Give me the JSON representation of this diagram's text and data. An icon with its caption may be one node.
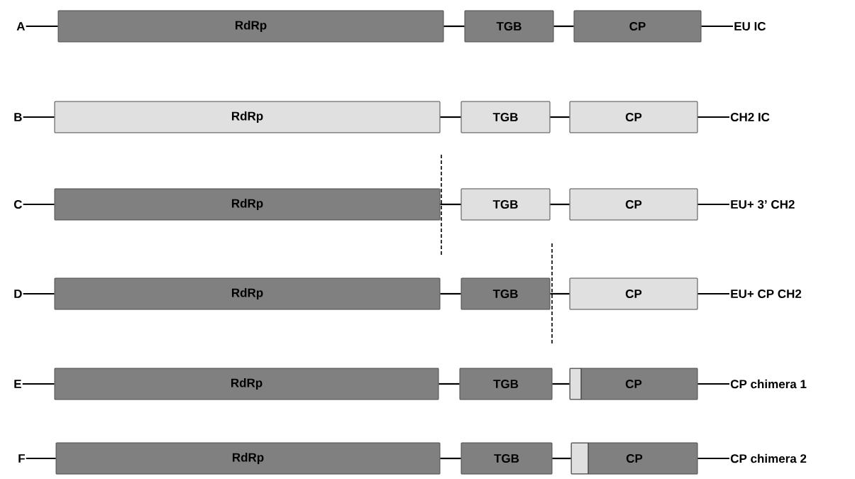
{
  "diagram": {
    "nodes": [
      {
        "text": [
          "A"
        ]
      },
      {
        "text": [
          "RdRp"
        ]
      },
      {
        "text": [
          "TGB"
        ]
      },
      {
        "text": [
          "CP"
        ]
      },
      {
        "text": [
          "EU IC"
        ]
      },
      {
        "text": [
          "B"
        ]
      },
      {
        "text": [
          "RdRp"
        ]
      },
      {
        "text": [
          "TGB"
        ]
      },
      {
        "text": [
          "CP"
        ]
      },
      {
        "text": [
          "CH2 IC"
        ]
      },
      {
        "text": [
          "C"
        ]
      },
      {
        "text": [
          "RdRp"
        ]
      },
      {
        "text": [
          "TGB"
        ]
      },
      {
        "text": [
          "CP"
        ]
      },
      {
        "text": [
          "EU+ 3’ CH2"
        ]
      },
      {
        "text": [
          "D"
        ]
      },
      {
        "text": [
          "RdRp"
        ]
      },
      {
        "text": [
          "TGB"
        ]
      },
      {
        "text": [
          "CP"
        ]
      },
      {
        "text": [
          "EU+ CP CH2"
        ]
      },
      {
        "text": [
          "E"
        ]
      },
      {
        "text": [
          "RdRp"
        ]
      },
      {
        "text": [
          "TGB"
        ]
      },
      {
        "text": [
          "CP"
        ]
      },
      {
        "text": [
          "CP chimera 1"
        ]
      },
      {
        "text": [
          "F"
        ]
      },
      {
        "text": [
          "RdRp"
        ]
      },
      {
        "text": [
          "TGB"
        ]
      },
      {
        "text": [
          "CP"
        ]
      },
      {
        "text": [
          "CP chimera 2"
        ]
      }
    ],
    "edges": [
      {
        "from": 0,
        "to": 1,
        "arrow": "none"
      },
      {
        "from": 1,
        "to": 2,
        "arrow": "none"
      },
      {
        "from": 2,
        "to": 3,
        "arrow": "none"
      },
      {
        "from": 3,
        "to": 4,
        "arrow": "none"
      },
      {
        "from": 5,
        "to": 6,
        "arrow": "none"
      },
      {
        "from": 6,
        "to": 7,
        "arrow": "none"
      },
      {
        "from": 7,
        "to": 8,
        "arrow": "none"
      },
      {
        "from": 8,
        "to": 9,
        "arrow": "none"
      },
      {
        "from": 10,
        "to": 11,
        "arrow": "none"
      },
      {
        "from": 11,
        "to": 12,
        "arrow": "none"
      },
      {
        "from": 12,
        "to": 13,
        "arrow": "none"
      },
      {
        "from": 13,
        "to": 14,
        "arrow": "none"
      },
      {
        "from": 15,
        "to": 16,
        "arrow": "none"
      },
      {
        "from": 16,
        "to": 17,
        "arrow": "none"
      },
      {
        "from": 17,
        "to": 18,
        "arrow": "none"
      },
      {
        "from": 18,
        "to": 19,
        "arrow": "none"
      },
      {
        "from": 20,
        "to": 21,
        "arrow": "none"
      },
      {
        "from": 21,
        "to": 22,
        "arrow": "none"
      },
      {
        "from": 22,
        "to": 23,
        "arrow": "none"
      },
      {
        "from": 23,
        "to": 24,
        "arrow": "none"
      },
      {
        "from": 25,
        "to": 26,
        "arrow": "none"
      },
      {
        "from": 26,
        "to": 27,
        "arrow": "none"
      },
      {
        "from": 27,
        "to": 28,
        "arrow": "none"
      },
      {
        "from": 28,
        "to": 29,
        "arrow": "none"
      }
    ]
  }
}
